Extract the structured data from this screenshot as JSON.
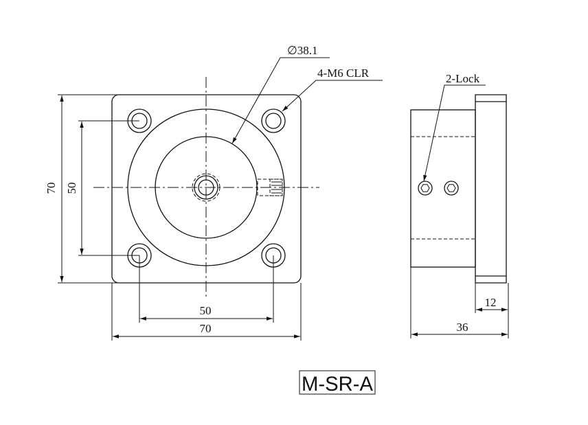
{
  "model": "M-SR-A",
  "front_view": {
    "diameter_callout": "∅38.1",
    "hole_callout": "4-M6 CLR",
    "dim_height_overall": "70",
    "dim_height_holes": "50",
    "dim_width_holes": "50",
    "dim_width_overall": "70"
  },
  "side_view": {
    "lock_callout": "2-Lock",
    "dim_flange_thickness": "12",
    "dim_total_depth": "36"
  }
}
